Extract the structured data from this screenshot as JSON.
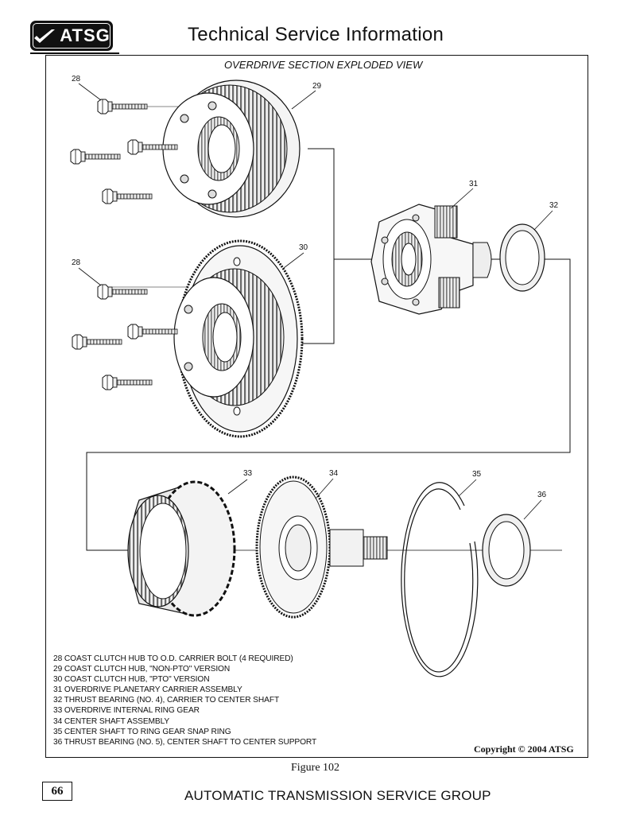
{
  "header": {
    "logo_text": "ATSG",
    "title": "Technical Service Information"
  },
  "diagram": {
    "section_title": "OVERDRIVE SECTION EXPLODED VIEW",
    "callouts": {
      "c28a": "28",
      "c29": "29",
      "c28b": "28",
      "c30": "30",
      "c31": "31",
      "c32": "32",
      "c33": "33",
      "c34": "34",
      "c35": "35",
      "c36": "36"
    }
  },
  "legend": [
    "28 COAST CLUTCH HUB TO O.D. CARRIER BOLT (4 REQUIRED)",
    "29 COAST CLUTCH HUB, \"NON-PTO\" VERSION",
    "30 COAST CLUTCH HUB, \"PTO\" VERSION",
    "31 OVERDRIVE PLANETARY CARRIER ASSEMBLY",
    "32 THRUST BEARING (NO. 4), CARRIER TO CENTER SHAFT",
    "33 OVERDRIVE INTERNAL RING GEAR",
    "34 CENTER SHAFT ASSEMBLY",
    "35 CENTER SHAFT TO RING GEAR SNAP RING",
    "36 THRUST BEARING (NO. 5), CENTER SHAFT TO CENTER SUPPORT"
  ],
  "copyright": "Copyright © 2004 ATSG",
  "figure_label": "Figure 102",
  "page_number": "66",
  "footer": "AUTOMATIC TRANSMISSION SERVICE GROUP"
}
